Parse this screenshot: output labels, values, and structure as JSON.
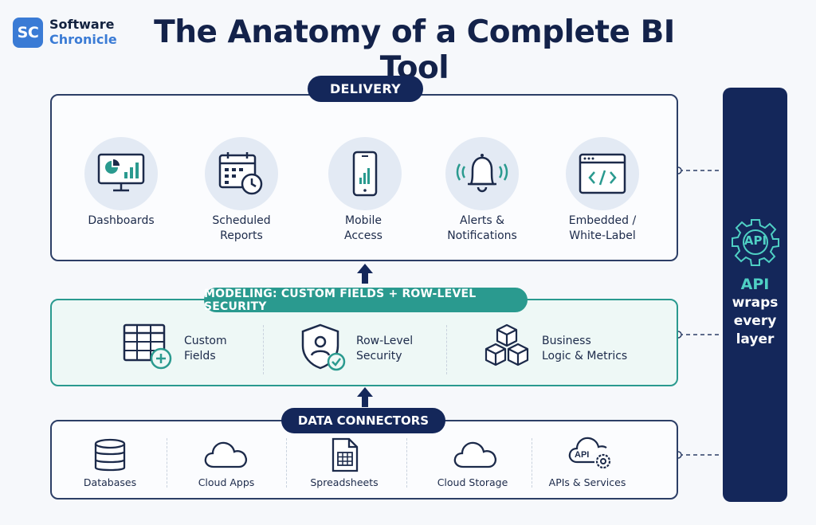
{
  "brand": {
    "logo_initials": "SC",
    "name_line1": "Software",
    "name_line2": "Chronicle"
  },
  "title": "The Anatomy of a Complete BI Tool",
  "delivery": {
    "label": "DELIVERY",
    "items": [
      {
        "label_line1": "Dashboards",
        "label_line2": "",
        "icon": "dashboard-monitor-icon"
      },
      {
        "label_line1": "Scheduled",
        "label_line2": "Reports",
        "icon": "calendar-clock-icon"
      },
      {
        "label_line1": "Mobile",
        "label_line2": "Access",
        "icon": "mobile-phone-icon"
      },
      {
        "label_line1": "Alerts &",
        "label_line2": "Notifications",
        "icon": "bell-icon"
      },
      {
        "label_line1": "Embedded /",
        "label_line2": "White-Label",
        "icon": "code-window-icon"
      }
    ]
  },
  "modeling": {
    "label": "MODELING: CUSTOM FIELDS + ROW-LEVEL SECURITY",
    "items": [
      {
        "label_line1": "Custom",
        "label_line2": "Fields",
        "icon": "table-plus-icon"
      },
      {
        "label_line1": "Row-Level",
        "label_line2": "Security",
        "icon": "shield-user-icon"
      },
      {
        "label_line1": "Business",
        "label_line2": "Logic & Metrics",
        "icon": "cubes-icon"
      }
    ]
  },
  "connectors": {
    "label": "DATA CONNECTORS",
    "items": [
      {
        "label": "Databases",
        "icon": "database-icon"
      },
      {
        "label": "Cloud Apps",
        "icon": "cloud-icon"
      },
      {
        "label": "Spreadsheets",
        "icon": "spreadsheet-icon"
      },
      {
        "label": "Cloud Storage",
        "icon": "cloud-storage-icon"
      },
      {
        "label": "APIs & Services",
        "icon": "api-cloud-gear-icon"
      }
    ]
  },
  "api": {
    "badge": "API",
    "line1": "API",
    "line2": "wraps",
    "line3": "every",
    "line4": "layer",
    "icon": "api-gear-icon"
  },
  "colors": {
    "navy": "#14275a",
    "teal": "#2a9a8f",
    "blue": "#3a7bd5"
  }
}
